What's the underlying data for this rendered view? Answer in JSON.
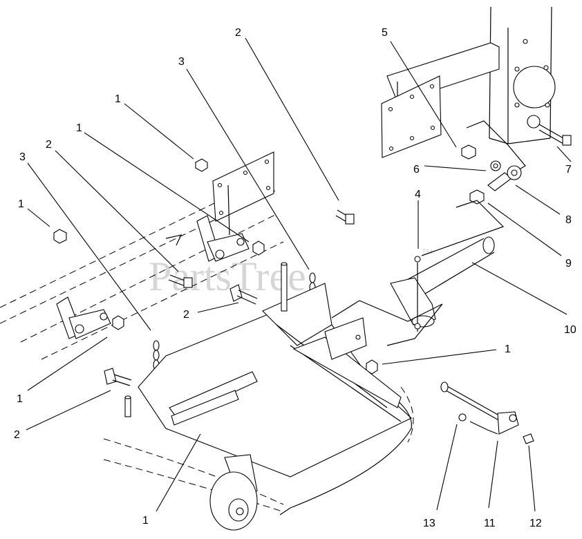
{
  "watermark": {
    "text": "PartsTree",
    "trademark": "TM"
  },
  "callouts": [
    {
      "id": "c1a",
      "label": "1"
    },
    {
      "id": "c1b",
      "label": "1"
    },
    {
      "id": "c1c",
      "label": "1"
    },
    {
      "id": "c1d",
      "label": "1"
    },
    {
      "id": "c1e",
      "label": "1"
    },
    {
      "id": "c1f",
      "label": "1"
    },
    {
      "id": "c2a",
      "label": "2"
    },
    {
      "id": "c2b",
      "label": "2"
    },
    {
      "id": "c2c",
      "label": "2"
    },
    {
      "id": "c2d",
      "label": "2"
    },
    {
      "id": "c3a",
      "label": "3"
    },
    {
      "id": "c3b",
      "label": "3"
    },
    {
      "id": "c4",
      "label": "4"
    },
    {
      "id": "c5",
      "label": "5"
    },
    {
      "id": "c6",
      "label": "6"
    },
    {
      "id": "c7",
      "label": "7"
    },
    {
      "id": "c8",
      "label": "8"
    },
    {
      "id": "c9",
      "label": "9"
    },
    {
      "id": "c10",
      "label": "10"
    },
    {
      "id": "c11",
      "label": "11"
    },
    {
      "id": "c12",
      "label": "12"
    },
    {
      "id": "c13",
      "label": "13"
    }
  ]
}
